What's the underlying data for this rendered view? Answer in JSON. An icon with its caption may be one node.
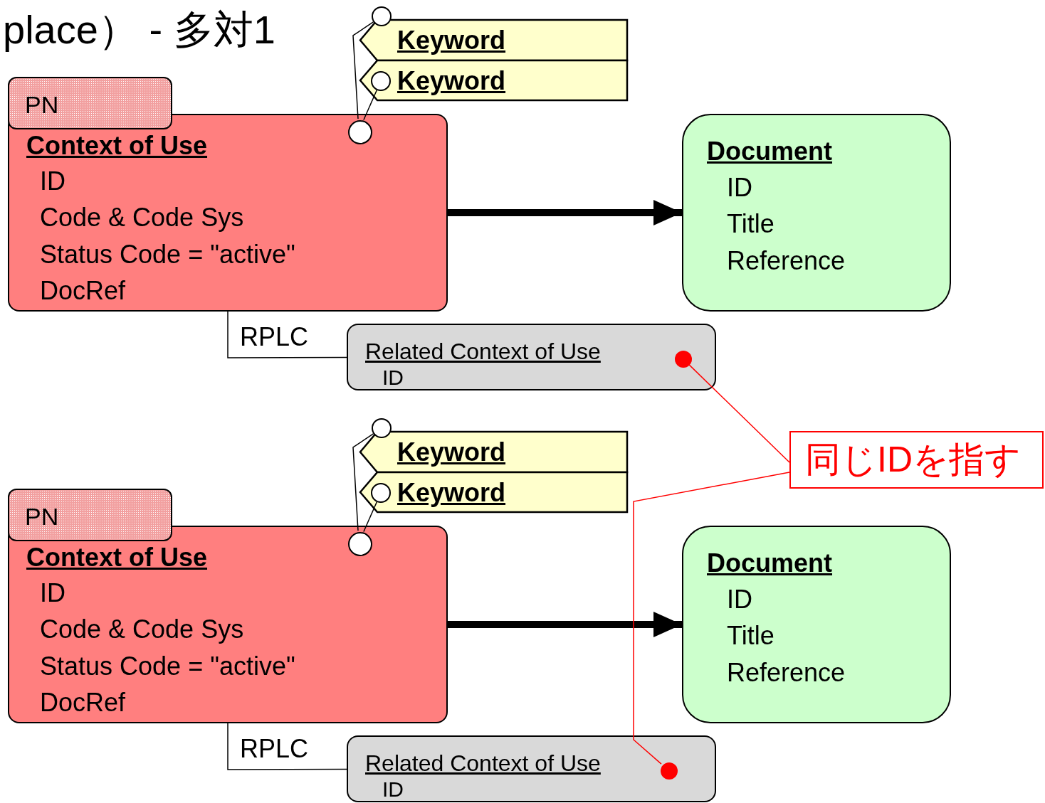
{
  "diagram": {
    "title": "place） - 多対1",
    "nodes": [
      {
        "text": [],
        "shape": "circle"
      },
      {
        "text": [
          "Keyword"
        ]
      },
      {
        "text": [
          "Keyword"
        ]
      },
      {
        "text": [],
        "shape": "circle",
        "in": 2
      },
      {
        "text": [
          "PN"
        ]
      },
      {
        "text": [
          "Context of Use",
          "ID",
          "Code & Code Sys",
          "Status Code = \"active\"",
          "DocRef"
        ]
      },
      {
        "text": [],
        "shape": "circle",
        "in": 5
      },
      {
        "text": [
          "Document",
          "ID",
          "Title",
          "Reference"
        ]
      },
      {
        "text": [
          "Related Context of Use",
          "ID"
        ]
      },
      {
        "text": [],
        "shape": "circle",
        "in": 8
      },
      {
        "text": [
          "同じIDを指す"
        ]
      },
      {
        "text": [],
        "shape": "circle"
      },
      {
        "text": [
          "Keyword"
        ]
      },
      {
        "text": [
          "Keyword"
        ]
      },
      {
        "text": [],
        "shape": "circle",
        "in": 13
      },
      {
        "text": [
          "PN"
        ]
      },
      {
        "text": [
          "Context of Use",
          "ID",
          "Code & Code Sys",
          "Status Code = \"active\"",
          "DocRef"
        ]
      },
      {
        "text": [],
        "shape": "circle",
        "in": 16
      },
      {
        "text": [
          "Document",
          "ID",
          "Title",
          "Reference"
        ]
      },
      {
        "text": [
          "Related Context of Use",
          "ID"
        ]
      },
      {
        "text": [],
        "shape": "circle",
        "in": 19
      }
    ],
    "edges": [
      {
        "from": 6,
        "to": 0,
        "arrow": "none"
      },
      {
        "from": 6,
        "to": 3,
        "arrow": "none"
      },
      {
        "from": 5,
        "to": 7,
        "arrow": "to",
        "style": "thick"
      },
      {
        "from": 5,
        "to": 8,
        "arrow": "none",
        "label": "RPLC"
      },
      {
        "from": 17,
        "to": 11,
        "arrow": "none"
      },
      {
        "from": 17,
        "to": 14,
        "arrow": "none"
      },
      {
        "from": 16,
        "to": 18,
        "arrow": "to",
        "style": "thick"
      },
      {
        "from": 16,
        "to": 19,
        "arrow": "none",
        "label": "RPLC"
      },
      {
        "from": 10,
        "to": 9,
        "arrow": "none",
        "color": "#ff0000"
      },
      {
        "from": 10,
        "to": 20,
        "arrow": "none",
        "color": "#ff0000"
      }
    ]
  }
}
